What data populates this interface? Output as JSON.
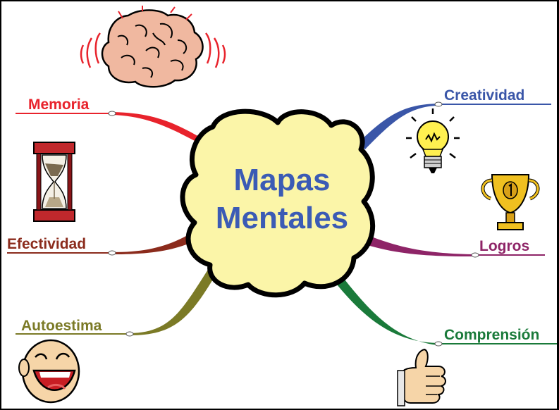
{
  "central": {
    "line1": "Mapas",
    "line2": "Mentales"
  },
  "branches": [
    {
      "label": "Memoria",
      "color": "#e8232c",
      "icon": "brain-icon"
    },
    {
      "label": "Efectividad",
      "color": "#8b2b1c",
      "icon": "hourglass-icon"
    },
    {
      "label": "Autoestima",
      "color": "#7b7a26",
      "icon": "laughing-face-icon"
    },
    {
      "label": "Creatividad",
      "color": "#3a56a8",
      "icon": "lightbulb-icon"
    },
    {
      "label": "Logros",
      "color": "#8e2467",
      "icon": "trophy-icon"
    },
    {
      "label": "Comprensión",
      "color": "#1a7a3a",
      "icon": "thumbs-up-icon"
    }
  ],
  "colors": {
    "cloud_fill": "#fbf5a8",
    "center_text": "#3b5bb5"
  }
}
